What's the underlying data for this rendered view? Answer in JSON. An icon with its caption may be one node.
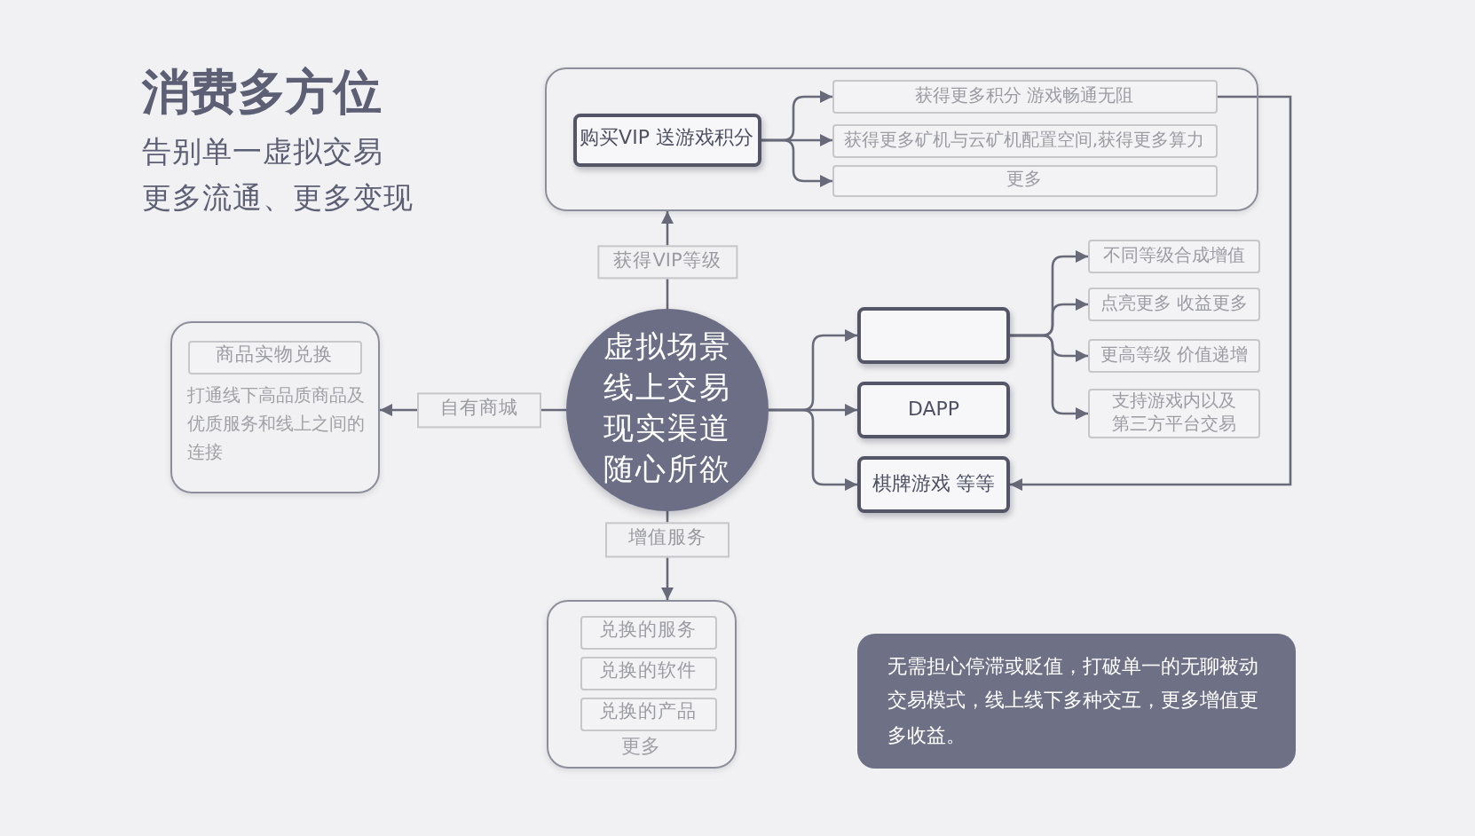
{
  "diagram": {
    "title": "消费多方位",
    "nodes": [
      {
        "text": [],
        "shape": "box"
      },
      {
        "text": [
          "购买VIP 送游戏积分"
        ],
        "in": 0
      },
      {
        "text": [
          "获得更多积分 游戏畅通无阻"
        ],
        "in": 0
      },
      {
        "text": [
          "获得更多矿机与云矿机配置空间,获得更多算力"
        ],
        "in": 0
      },
      {
        "text": [
          "更多"
        ],
        "in": 0
      },
      {
        "text": [
          "打通线下高品质商品及优质服务和线上之间的连接"
        ]
      },
      {
        "text": [
          "商品实物兑换"
        ],
        "in": 5
      },
      {
        "text": [
          "虚拟场景",
          "线上交易",
          "现实渠道",
          "随心所欲"
        ]
      },
      {
        "text": [],
        "shape": "box"
      },
      {
        "text": [
          "DAPP"
        ]
      },
      {
        "text": [
          "棋牌游戏 等等"
        ]
      },
      {
        "text": [
          "不同等级合成增值"
        ]
      },
      {
        "text": [
          "点亮更多 收益更多"
        ]
      },
      {
        "text": [
          "更高等级 价值递增"
        ]
      },
      {
        "text": [
          "支持游戏内以及第三方平台交易"
        ]
      },
      {
        "text": [
          "更多"
        ]
      },
      {
        "text": [
          "兑换的服务"
        ],
        "in": 15
      },
      {
        "text": [
          "兑换的软件"
        ],
        "in": 15
      },
      {
        "text": [
          "兑换的产品"
        ],
        "in": 15
      },
      {
        "text": [
          "无需担心停滞或贬值，打破单一的无聊被动交易模式，线上线下多种交互，更多增值更多收益。"
        ]
      }
    ],
    "edges": [
      {
        "from": 1,
        "to": 2,
        "arrow": "to"
      },
      {
        "from": 1,
        "to": 3,
        "arrow": "to"
      },
      {
        "from": 1,
        "to": 4,
        "arrow": "to"
      },
      {
        "from": 2,
        "to": 10,
        "arrow": "to"
      },
      {
        "from": 7,
        "to": 0,
        "arrow": "to",
        "label": "获得VIP等级"
      },
      {
        "from": 7,
        "to": 5,
        "arrow": "to",
        "label": "自有商城"
      },
      {
        "from": 7,
        "to": 15,
        "arrow": "to",
        "label": "增值服务"
      },
      {
        "from": 7,
        "to": 8,
        "arrow": "to"
      },
      {
        "from": 7,
        "to": 9,
        "arrow": "to"
      },
      {
        "from": 7,
        "to": 10,
        "arrow": "to"
      },
      {
        "from": 8,
        "to": 11,
        "arrow": "to"
      },
      {
        "from": 8,
        "to": 12,
        "arrow": "to"
      },
      {
        "from": 8,
        "to": 13,
        "arrow": "to"
      },
      {
        "from": 8,
        "to": 14,
        "arrow": "to"
      }
    ],
    "labels": [
      "告别单一虚拟交易",
      "更多流通、更多变现"
    ]
  }
}
